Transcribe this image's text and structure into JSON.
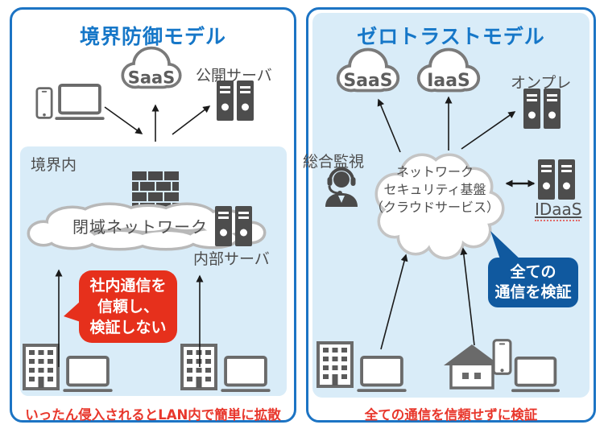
{
  "colors": {
    "accent_blue": "#1c74c4",
    "panel_light_blue": "#d9ecf8",
    "alert_red": "#e6301c",
    "verify_bubble_blue": "#10599f",
    "caption_red": "#e8372c",
    "icon_gray": "#6a6a6a",
    "dark_gray": "#4a4a4a"
  },
  "icons": {
    "cloud": "outlined-cloud-shape",
    "server": "two-tower-rack-server",
    "firewall": "brick-wall",
    "monitoring_operator": "person-with-headset",
    "building": "office-building",
    "laptop": "laptop",
    "smartphone": "smartphone",
    "house": "house"
  },
  "left_panel": {
    "title": "境界防御モデル",
    "saas_cloud": "SaaS",
    "public_server": "公開サーバ",
    "boundary": "境界内",
    "closed_network": "閉域ネットワーク",
    "internal_server": "内部サーバ",
    "bubble": {
      "line1": "社内通信を",
      "line2": "信頼し、",
      "line3": "検証しない"
    },
    "caption": "いったん侵入されるとLAN内で簡単に拡散"
  },
  "right_panel": {
    "title": "ゼロトラストモデル",
    "saas_cloud": "SaaS",
    "iaas_cloud": "IaaS",
    "onprem": "オンプレ",
    "monitoring": "総合監視",
    "center_cloud": {
      "line1": "ネットワーク",
      "line2": "セキュリティ基盤",
      "line3": "（クラウドサービス）"
    },
    "idaas": "IDaaS",
    "bubble": {
      "line1": "全ての",
      "line2": "通信を検証"
    },
    "caption": "全ての通信を信頼せずに検証"
  }
}
